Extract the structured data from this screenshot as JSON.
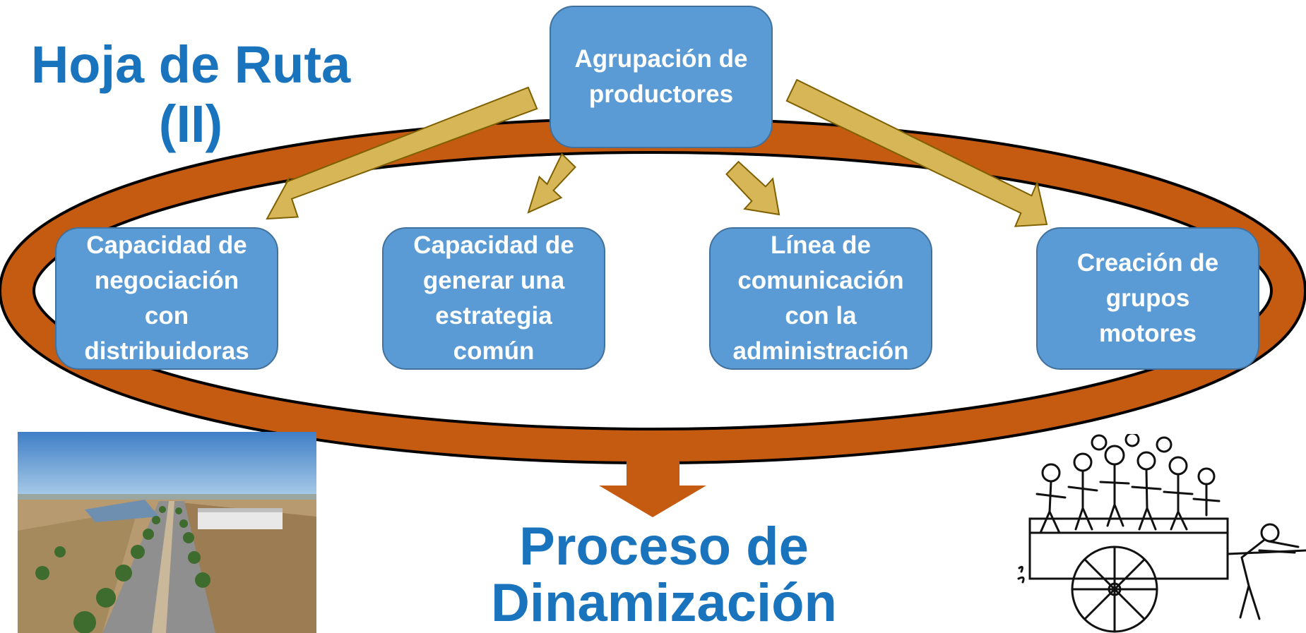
{
  "title": {
    "line1": "Hoja de Ruta",
    "line2": "(II)"
  },
  "top_box": {
    "line1": "Agrupación de",
    "line2": "productores"
  },
  "branches": [
    {
      "id": "negociacion",
      "lines": [
        "Capacidad de",
        "negociación",
        "con",
        "distribuidoras"
      ]
    },
    {
      "id": "estrategia",
      "lines": [
        "Capacidad de",
        "generar una",
        "estrategia",
        "común"
      ]
    },
    {
      "id": "comunicacion",
      "lines": [
        "Línea de",
        "comunicación",
        "con la",
        "administración"
      ]
    },
    {
      "id": "grupos",
      "lines": [
        "Creación de",
        "grupos",
        "motores"
      ]
    }
  ],
  "result": {
    "line1": "Proceso de",
    "line2": "Dinamización"
  },
  "colors": {
    "title": "#1a73bd",
    "box_fill": "#5b9bd5",
    "box_border": "#41719c",
    "ring": "#c55a11",
    "arrow_fill": "#d6b656",
    "arrow_stroke": "#7f6000"
  },
  "icons": {
    "photo": "aerial-road-industrial-park-photo",
    "sketch": "people-pushing-cart-sketch"
  }
}
